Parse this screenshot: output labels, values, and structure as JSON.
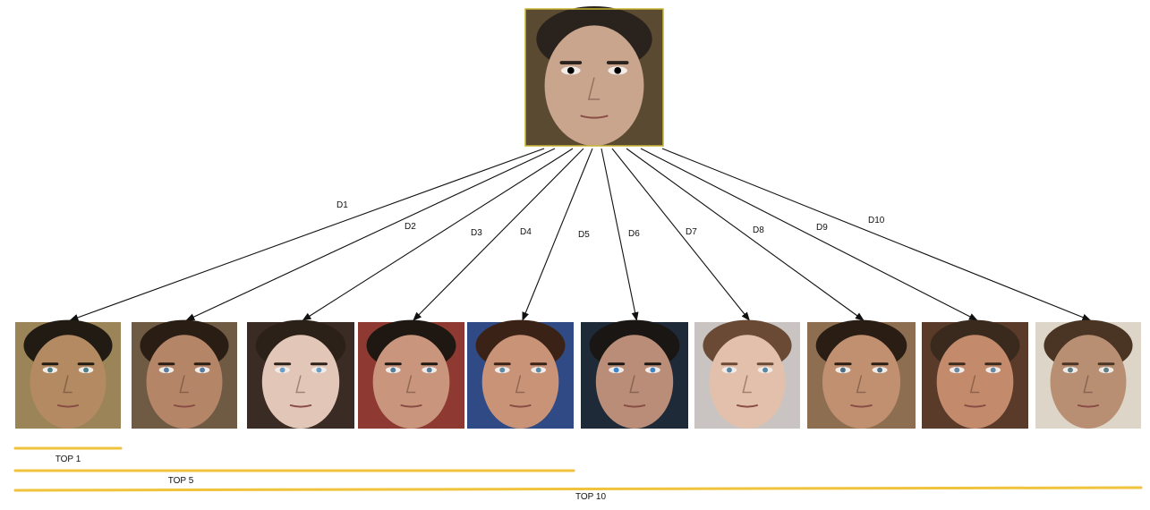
{
  "query": {
    "description": "query face photo",
    "border_color": "#c8b432",
    "skin": "#c9a58e",
    "hair": "#2a221c",
    "bg": "#5a4a32"
  },
  "results": [
    {
      "distance_label": "D1",
      "skin": "#b38a62",
      "hair": "#221b14",
      "bg": "#9b8458",
      "eyes": "#4f7f86"
    },
    {
      "distance_label": "D2",
      "skin": "#b58568",
      "hair": "#2a1d14",
      "bg": "#6f5a44",
      "eyes": "#5a7ea0"
    },
    {
      "distance_label": "D3",
      "skin": "#e2c6b8",
      "hair": "#2c2118",
      "bg": "#3a2c24",
      "eyes": "#6f9ec4"
    },
    {
      "distance_label": "D4",
      "skin": "#c9957c",
      "hair": "#1e1712",
      "bg": "#8e3a32",
      "eyes": "#577e9c"
    },
    {
      "distance_label": "D5",
      "skin": "#c99378",
      "hair": "#3b2216",
      "bg": "#2f4a84",
      "eyes": "#5d8ca6"
    },
    {
      "distance_label": "D6",
      "skin": "#b98d77",
      "hair": "#1a1614",
      "bg": "#1e2a38",
      "eyes": "#3f86c8"
    },
    {
      "distance_label": "D7",
      "skin": "#e3c0ab",
      "hair": "#6a4a34",
      "bg": "#c9c4c2",
      "eyes": "#5a87a2"
    },
    {
      "distance_label": "D8",
      "skin": "#c09070",
      "hair": "#2a1d14",
      "bg": "#8e6e50",
      "eyes": "#4f6f86"
    },
    {
      "distance_label": "D9",
      "skin": "#c48a6c",
      "hair": "#3a2a1e",
      "bg": "#5a3a28",
      "eyes": "#6a8aa4"
    },
    {
      "distance_label": "D10",
      "skin": "#b98f74",
      "hair": "#4a3424",
      "bg": "#ddd6c8",
      "eyes": "#5f7f86"
    }
  ],
  "rank_bars": [
    {
      "label": "TOP 1",
      "count": 1
    },
    {
      "label": "TOP 5",
      "count": 5
    },
    {
      "label": "TOP 10",
      "count": 10
    }
  ],
  "colors": {
    "bar": "#f0c33c",
    "arrow": "#111111"
  }
}
